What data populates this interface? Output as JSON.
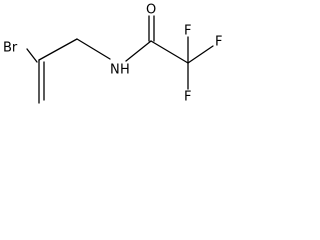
{
  "structure": {
    "atoms": {
      "bromine": "Br",
      "nitrogen": "N",
      "hydrogen": "H",
      "oxygen": "O",
      "fluorine_top_left": "F",
      "fluorine_top_right": "F",
      "fluorine_bottom": "F"
    },
    "colors": {
      "bond": "#000000",
      "label": "#000000",
      "background": "#ffffff"
    }
  }
}
